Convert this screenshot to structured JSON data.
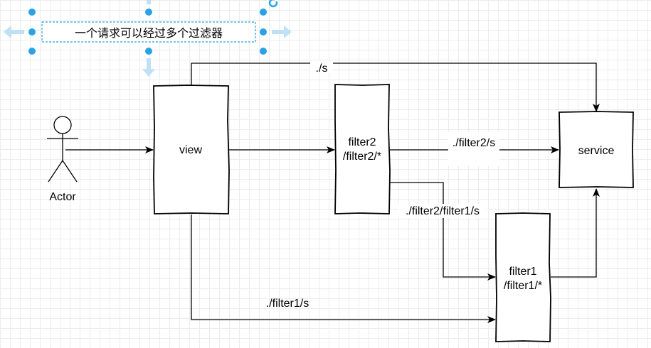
{
  "selected_text": "一个请求可以经过多个过滤器",
  "actor": {
    "label": "Actor"
  },
  "nodes": {
    "view": {
      "label": "view"
    },
    "filter2": {
      "line1": "filter2",
      "line2": "/filter2/*"
    },
    "filter1": {
      "line1": "filter1",
      "line2": "/filter1/*"
    },
    "service": {
      "label": "service"
    }
  },
  "edges": {
    "view_service": "./s",
    "filter2_service": "./filter2/s",
    "filter2_filter1": "./filter2/filter1/s",
    "view_filter1": "./filter1/s"
  },
  "colors": {
    "selection": "#29a2e6",
    "grid": "#ececec"
  }
}
